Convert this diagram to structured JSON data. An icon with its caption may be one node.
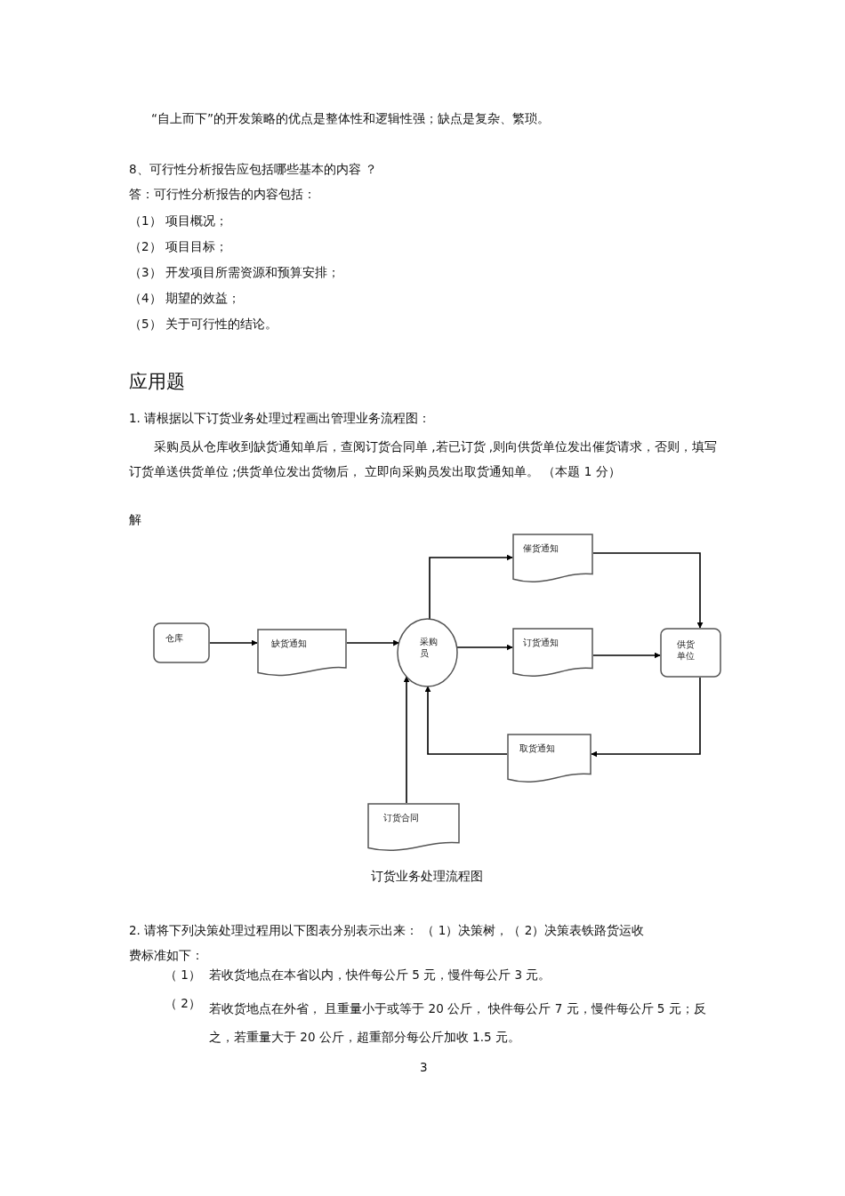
{
  "diagram": {
    "caption": "订货业务处理流程图",
    "nodes": [
      {
        "text": [
          "仓库"
        ]
      },
      {
        "text": [
          "缺货通知"
        ]
      },
      {
        "text": [
          "采购员"
        ]
      },
      {
        "text": [
          "催货通知"
        ]
      },
      {
        "text": [
          "订货通知"
        ]
      },
      {
        "text": [
          "供货单位"
        ]
      },
      {
        "text": [
          "取货通知"
        ]
      },
      {
        "text": [
          "订货合同"
        ]
      }
    ],
    "edges": [
      {
        "from": 0,
        "to": 1,
        "arrow": "to"
      },
      {
        "from": 1,
        "to": 2,
        "arrow": "to"
      },
      {
        "from": 2,
        "to": 3,
        "arrow": "to"
      },
      {
        "from": 2,
        "to": 4,
        "arrow": "to"
      },
      {
        "from": 4,
        "to": 5,
        "arrow": "to"
      },
      {
        "from": 3,
        "to": 5,
        "arrow": "to"
      },
      {
        "from": 5,
        "to": 6,
        "arrow": "to"
      },
      {
        "from": 6,
        "to": 2,
        "arrow": "to"
      },
      {
        "from": 7,
        "to": 2,
        "arrow": "to"
      }
    ],
    "labels": [
      "“自上而下”的开发策略的优点是整体性和逻辑性强；缺点是复杂、繁琐。",
      "8、可行性分析报告应包括哪些基本的内容 ？",
      "答：可行性分析报告的内容包括：",
      "（1） 项目概况；",
      "（2） 项目目标；",
      "（3） 开发项目所需资源和预算安排；",
      "（4） 期望的效益；",
      "（5） 关于可行性的结论。",
      "应用题",
      "1. 请根据以下订货业务处理过程画出管理业务流程图：",
      "采购员从仓库收到缺货通知单后，查阅订货合同单 ,若已订货 ,则向供货单位发出催货请求，否则，填写订货单送供货单位 ;供货单位发出货物后， 立即向采购员发出取货通知单。 （本题 1 分）",
      "解",
      "2. 请将下列决策处理过程用以下图表分别表示出来： （ 1）决策树，（ 2）决策表铁路货运收费标准如下：",
      "（ 1）",
      "若收货地点在本省以内，快件每公斤 5 元，慢件每公斤 3 元。",
      "（ 2）",
      "若收货地点在外省， 且重量小于或等于 20 公斤， 快件每公斤 7 元，慢件每公斤 5 元；反之，若重量大于 20 公斤，超重部分每公斤加收 1.5 元。",
      "3"
    ]
  }
}
